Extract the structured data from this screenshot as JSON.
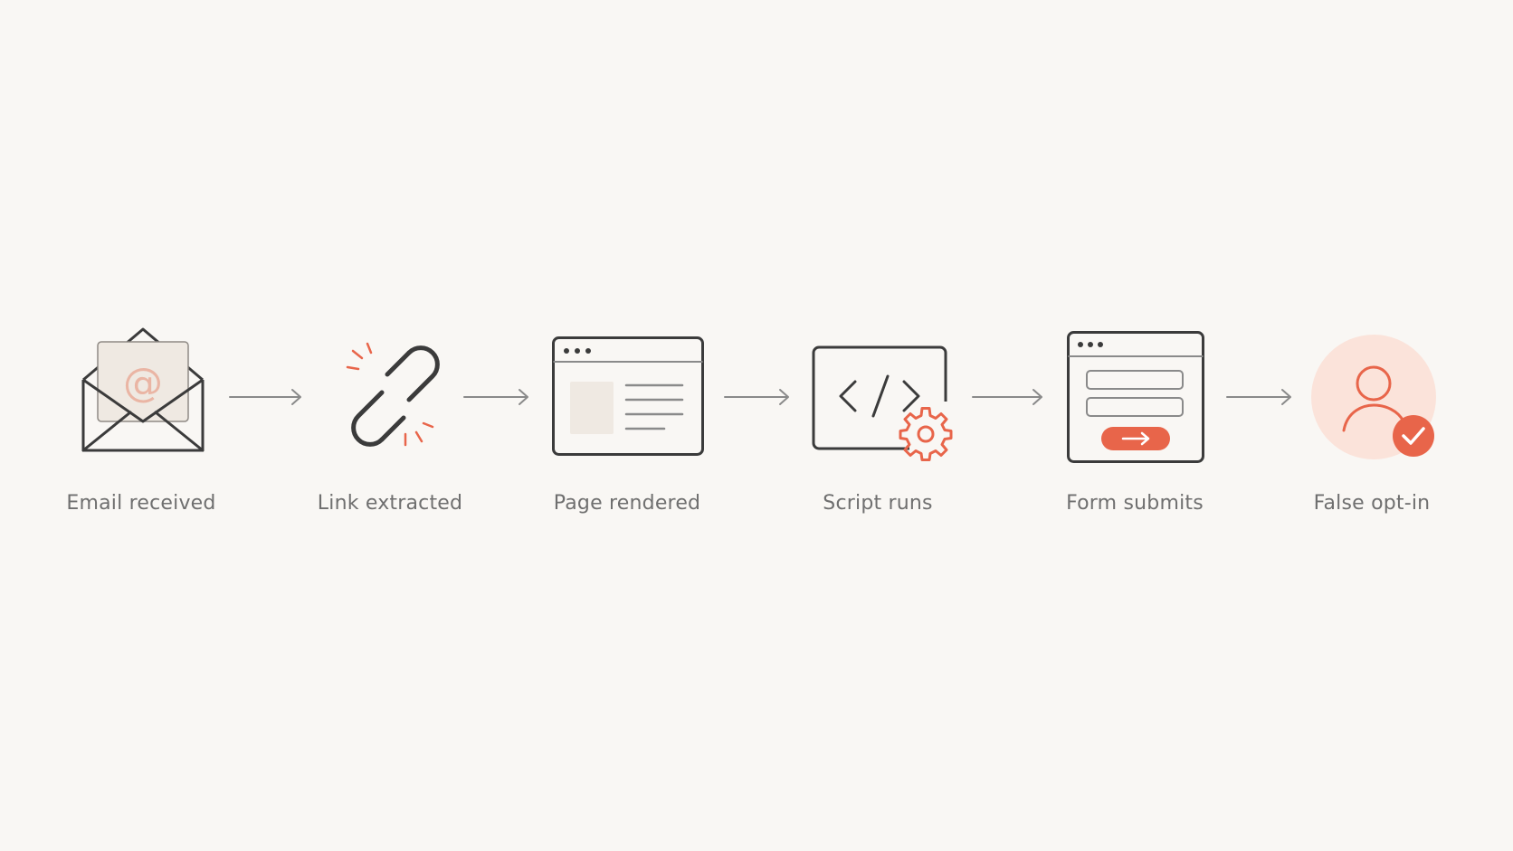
{
  "steps": [
    {
      "label": "Email received",
      "icon": "envelope-at-icon"
    },
    {
      "label": "Link extracted",
      "icon": "broken-link-icon"
    },
    {
      "label": "Page rendered",
      "icon": "browser-page-icon"
    },
    {
      "label": "Script runs",
      "icon": "code-gear-icon"
    },
    {
      "label": "Form submits",
      "icon": "form-submit-icon"
    },
    {
      "label": "False opt-in",
      "icon": "user-check-icon"
    }
  ],
  "colors": {
    "background": "#f9f7f4",
    "stroke": "#3b3b3b",
    "accent": "#e8654a",
    "accent_soft": "#fbe3da",
    "label": "#6f6f6f",
    "arrow": "#8a8a8a"
  }
}
